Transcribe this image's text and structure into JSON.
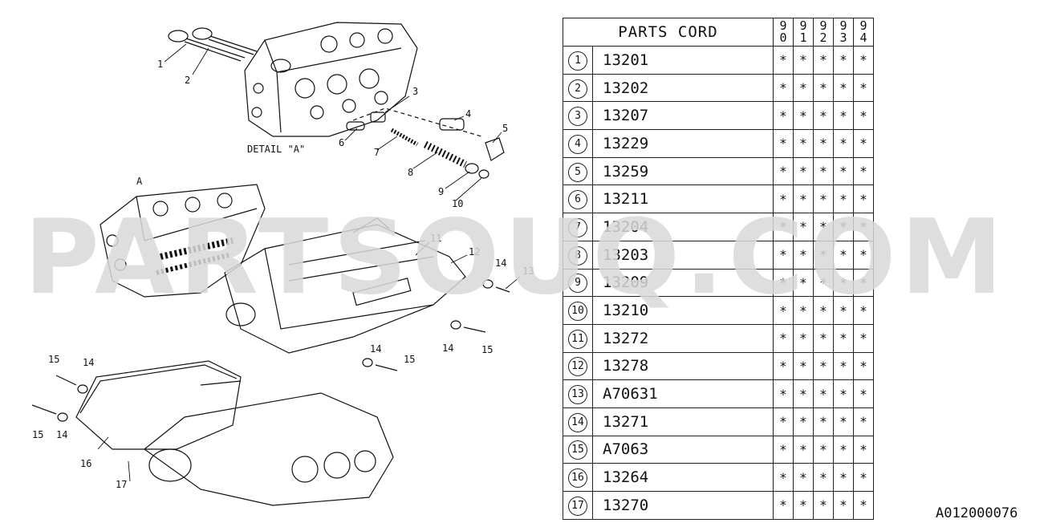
{
  "table": {
    "title": "PARTS CORD",
    "years": [
      [
        "9",
        "0"
      ],
      [
        "9",
        "1"
      ],
      [
        "9",
        "2"
      ],
      [
        "9",
        "3"
      ],
      [
        "9",
        "4"
      ]
    ],
    "rows": [
      {
        "num": "1",
        "code": "13201",
        "marks": [
          "*",
          "*",
          "*",
          "*",
          "*"
        ]
      },
      {
        "num": "2",
        "code": "13202",
        "marks": [
          "*",
          "*",
          "*",
          "*",
          "*"
        ]
      },
      {
        "num": "3",
        "code": "13207",
        "marks": [
          "*",
          "*",
          "*",
          "*",
          "*"
        ]
      },
      {
        "num": "4",
        "code": "13229",
        "marks": [
          "*",
          "*",
          "*",
          "*",
          "*"
        ]
      },
      {
        "num": "5",
        "code": "13259",
        "marks": [
          "*",
          "*",
          "*",
          "*",
          "*"
        ]
      },
      {
        "num": "6",
        "code": "13211",
        "marks": [
          "*",
          "*",
          "*",
          "*",
          "*"
        ]
      },
      {
        "num": "7",
        "code": "13204",
        "marks": [
          "*",
          "*",
          "*",
          "*",
          "*"
        ]
      },
      {
        "num": "8",
        "code": "13203",
        "marks": [
          "*",
          "*",
          "*",
          "*",
          "*"
        ]
      },
      {
        "num": "9",
        "code": "13209",
        "marks": [
          "*",
          "*",
          "*",
          "*",
          "*"
        ]
      },
      {
        "num": "10",
        "code": "13210",
        "marks": [
          "*",
          "*",
          "*",
          "*",
          "*"
        ]
      },
      {
        "num": "11",
        "code": "13272",
        "marks": [
          "*",
          "*",
          "*",
          "*",
          "*"
        ]
      },
      {
        "num": "12",
        "code": "13278",
        "marks": [
          "*",
          "*",
          "*",
          "*",
          "*"
        ]
      },
      {
        "num": "13",
        "code": "A70631",
        "marks": [
          "*",
          "*",
          "*",
          "*",
          "*"
        ]
      },
      {
        "num": "14",
        "code": "13271",
        "marks": [
          "*",
          "*",
          "*",
          "*",
          "*"
        ]
      },
      {
        "num": "15",
        "code": "A7063",
        "marks": [
          "*",
          "*",
          "*",
          "*",
          "*"
        ]
      },
      {
        "num": "16",
        "code": "13264",
        "marks": [
          "*",
          "*",
          "*",
          "*",
          "*"
        ]
      },
      {
        "num": "17",
        "code": "13270",
        "marks": [
          "*",
          "*",
          "*",
          "*",
          "*"
        ]
      }
    ]
  },
  "diagram": {
    "detail_label": "DETAIL \"A\"",
    "view_marker": "A",
    "callouts": {
      "c1": "1",
      "c2": "2",
      "c3": "3",
      "c4": "4",
      "c5": "5",
      "c6": "6",
      "c7": "7",
      "c8": "8",
      "c9": "9",
      "c10": "10",
      "c11": "11",
      "c12": "12",
      "c13": "13",
      "c14a": "14",
      "c14b": "14",
      "c14c": "14",
      "c14d": "14",
      "c14e": "14",
      "c15a": "15",
      "c15b": "15",
      "c15c": "15",
      "c15d": "15",
      "c16": "16",
      "c17": "17"
    }
  },
  "watermark": "PARTSOUQ.COM",
  "reference_code": "A012000076"
}
